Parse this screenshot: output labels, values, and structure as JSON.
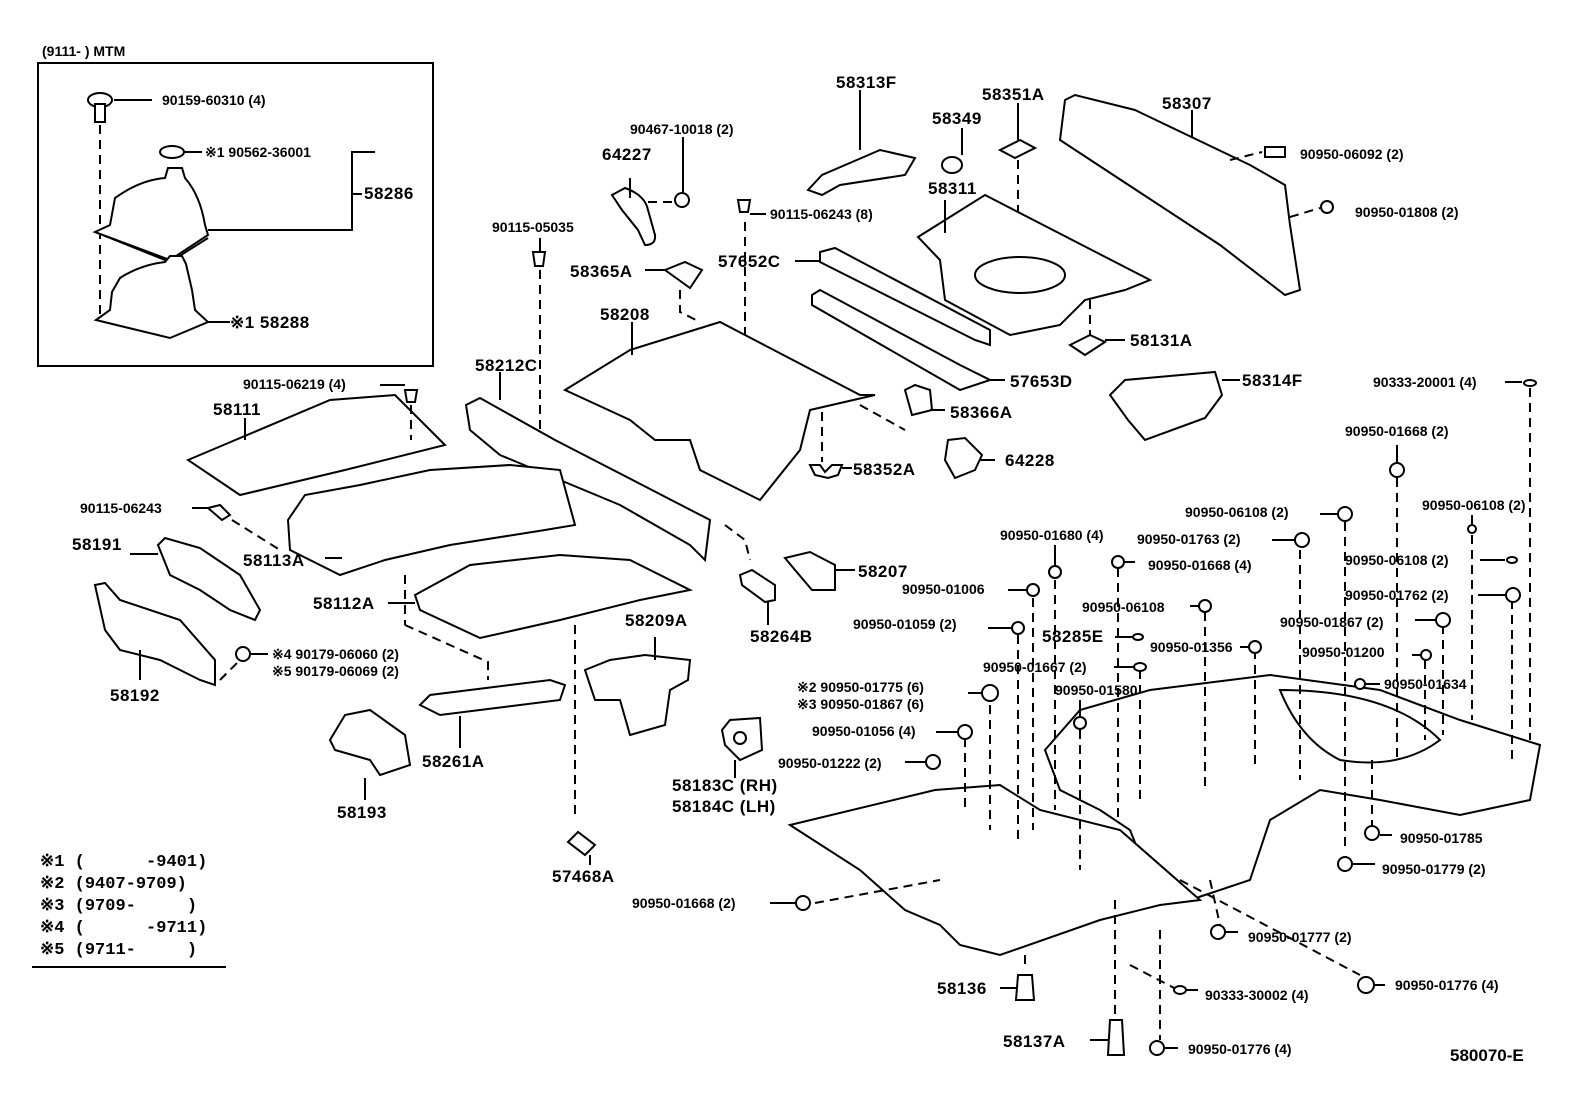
{
  "diagram": {
    "figure_number": "580070-E",
    "inset": {
      "title": "(9111-       ) MTM",
      "parts": {
        "bolt": "90159-60310 (4)",
        "washer": "※1 90562-36001",
        "boot_assy": "58286",
        "boot": "※1 58288"
      }
    },
    "legend": [
      "※1 (      -9401)",
      "※2 (9407-9709)",
      "※3 (9709-     )",
      "※4 (      -9711)",
      "※5 (9711-     )"
    ],
    "labels": {
      "p64227": "64227",
      "p90467_10018": "90467-10018 (2)",
      "p58313F": "58313F",
      "p58349": "58349",
      "p58351A": "58351A",
      "p58307": "58307",
      "p90950_06092": "90950-06092 (2)",
      "p90950_01808": "90950-01808 (2)",
      "p58311": "58311",
      "p90115_06243_8": "90115-06243 (8)",
      "p90115_05035": "90115-05035",
      "p58365A": "58365A",
      "p57652C": "57652C",
      "p58208": "58208",
      "p58131A": "58131A",
      "p57653D": "57653D",
      "p58314F": "58314F",
      "p90333_20001": "90333-20001 (4)",
      "p58212C": "58212C",
      "p90115_06219": "90115-06219 (4)",
      "p58111": "58111",
      "p58366A": "58366A",
      "p64228": "64228",
      "p58352A": "58352A",
      "p90950_01668_2a": "90950-01668 (2)",
      "p90950_06108_2a": "90950-06108 (2)",
      "p90950_06108_2b": "90950-06108 (2)",
      "p90950_06108_2c": "90950-06108 (2)",
      "p90950_01763": "90950-01763 (2)",
      "p90950_01680": "90950-01680 (4)",
      "p90950_01668_4": "90950-01668 (4)",
      "p90115_06243": "90115-06243",
      "p58191": "58191",
      "p58113A": "58113A",
      "p58112A": "58112A",
      "p58207": "58207",
      "p58264B": "58264B",
      "p90950_01006": "90950-01006",
      "p90950_01059": "90950-01059 (2)",
      "p90950_06108": "90950-06108",
      "p58285E": "58285E",
      "p90950_01356": "90950-01356",
      "p90950_01762": "90950-01762 (2)",
      "p90950_01867_2": "90950-01867 (2)",
      "p90950_01200": "90950-01200",
      "p90950_01634": "90950-01634",
      "p90179_06060": "※4 90179-06060 (2)",
      "p90179_06069": "※5 90179-06069 (2)",
      "p58192": "58192",
      "p58209A": "58209A",
      "p90950_01667": "90950-01667 (2)",
      "p90950_01775": "※2 90950-01775 (6)",
      "p90950_01867_6": "※3 90950-01867 (6)",
      "p90950_01580": "90950-01580",
      "p90950_01056": "90950-01056 (4)",
      "p58261A": "58261A",
      "p58193": "58193",
      "p90950_01222": "90950-01222 (2)",
      "p58183C": "58183C (RH)",
      "p58184C": "58184C (LH)",
      "p90950_01785": "90950-01785",
      "p90950_01779": "90950-01779 (2)",
      "p57468A": "57468A",
      "p90950_01668_2b": "90950-01668 (2)",
      "p90950_01777": "90950-01777 (2)",
      "p58136": "58136",
      "p90950_01776_a": "90950-01776 (4)",
      "p90333_30002": "90333-30002 (4)",
      "p58137A": "58137A",
      "p90950_01776_b": "90950-01776 (4)"
    }
  }
}
